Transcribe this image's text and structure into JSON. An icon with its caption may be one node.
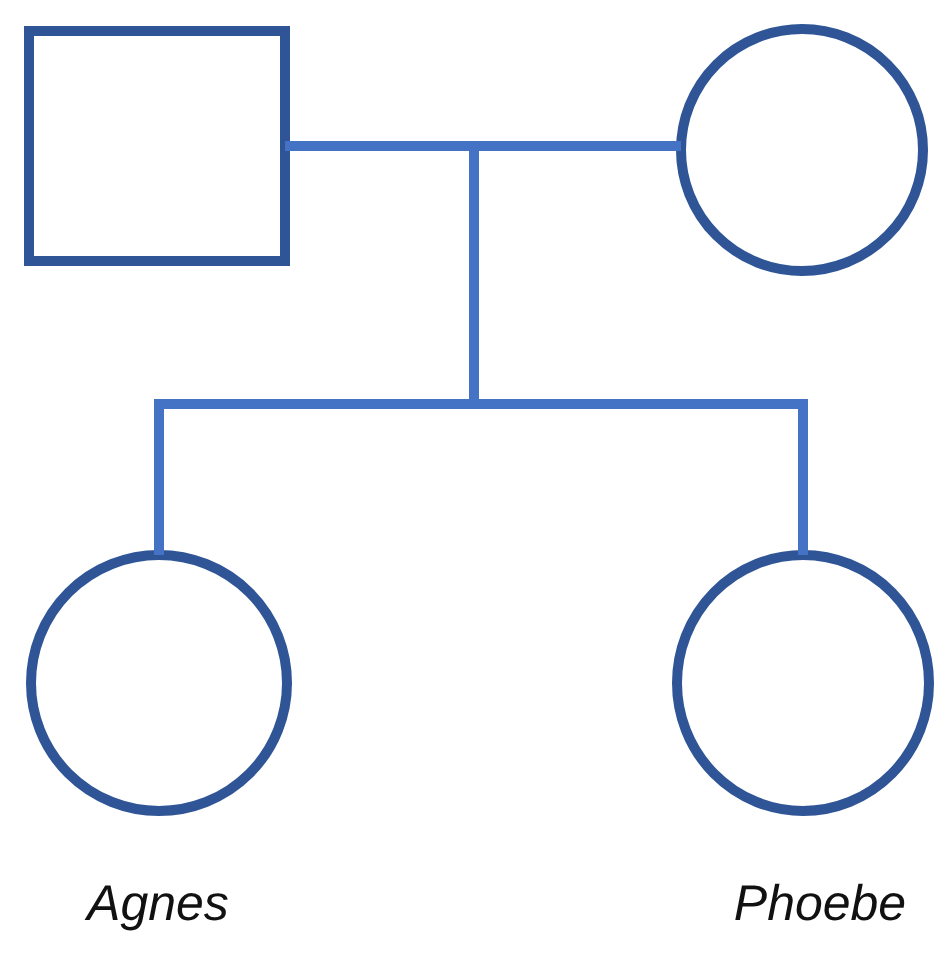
{
  "diagram": {
    "nodes": [
      {
        "text": [],
        "shape": "box"
      },
      {
        "text": [],
        "shape": "circle"
      },
      {
        "text": [
          "Agnes"
        ]
      },
      {
        "text": [
          "Phoebe"
        ]
      }
    ],
    "edges": [
      {
        "from": 0,
        "to": 1,
        "arrow": "none"
      },
      {
        "from": 0,
        "to": 2,
        "arrow": "none"
      },
      {
        "from": 0,
        "to": 3,
        "arrow": "none"
      },
      {
        "from": 1,
        "to": 2,
        "arrow": "none"
      },
      {
        "from": 1,
        "to": 3,
        "arrow": "none"
      }
    ]
  }
}
